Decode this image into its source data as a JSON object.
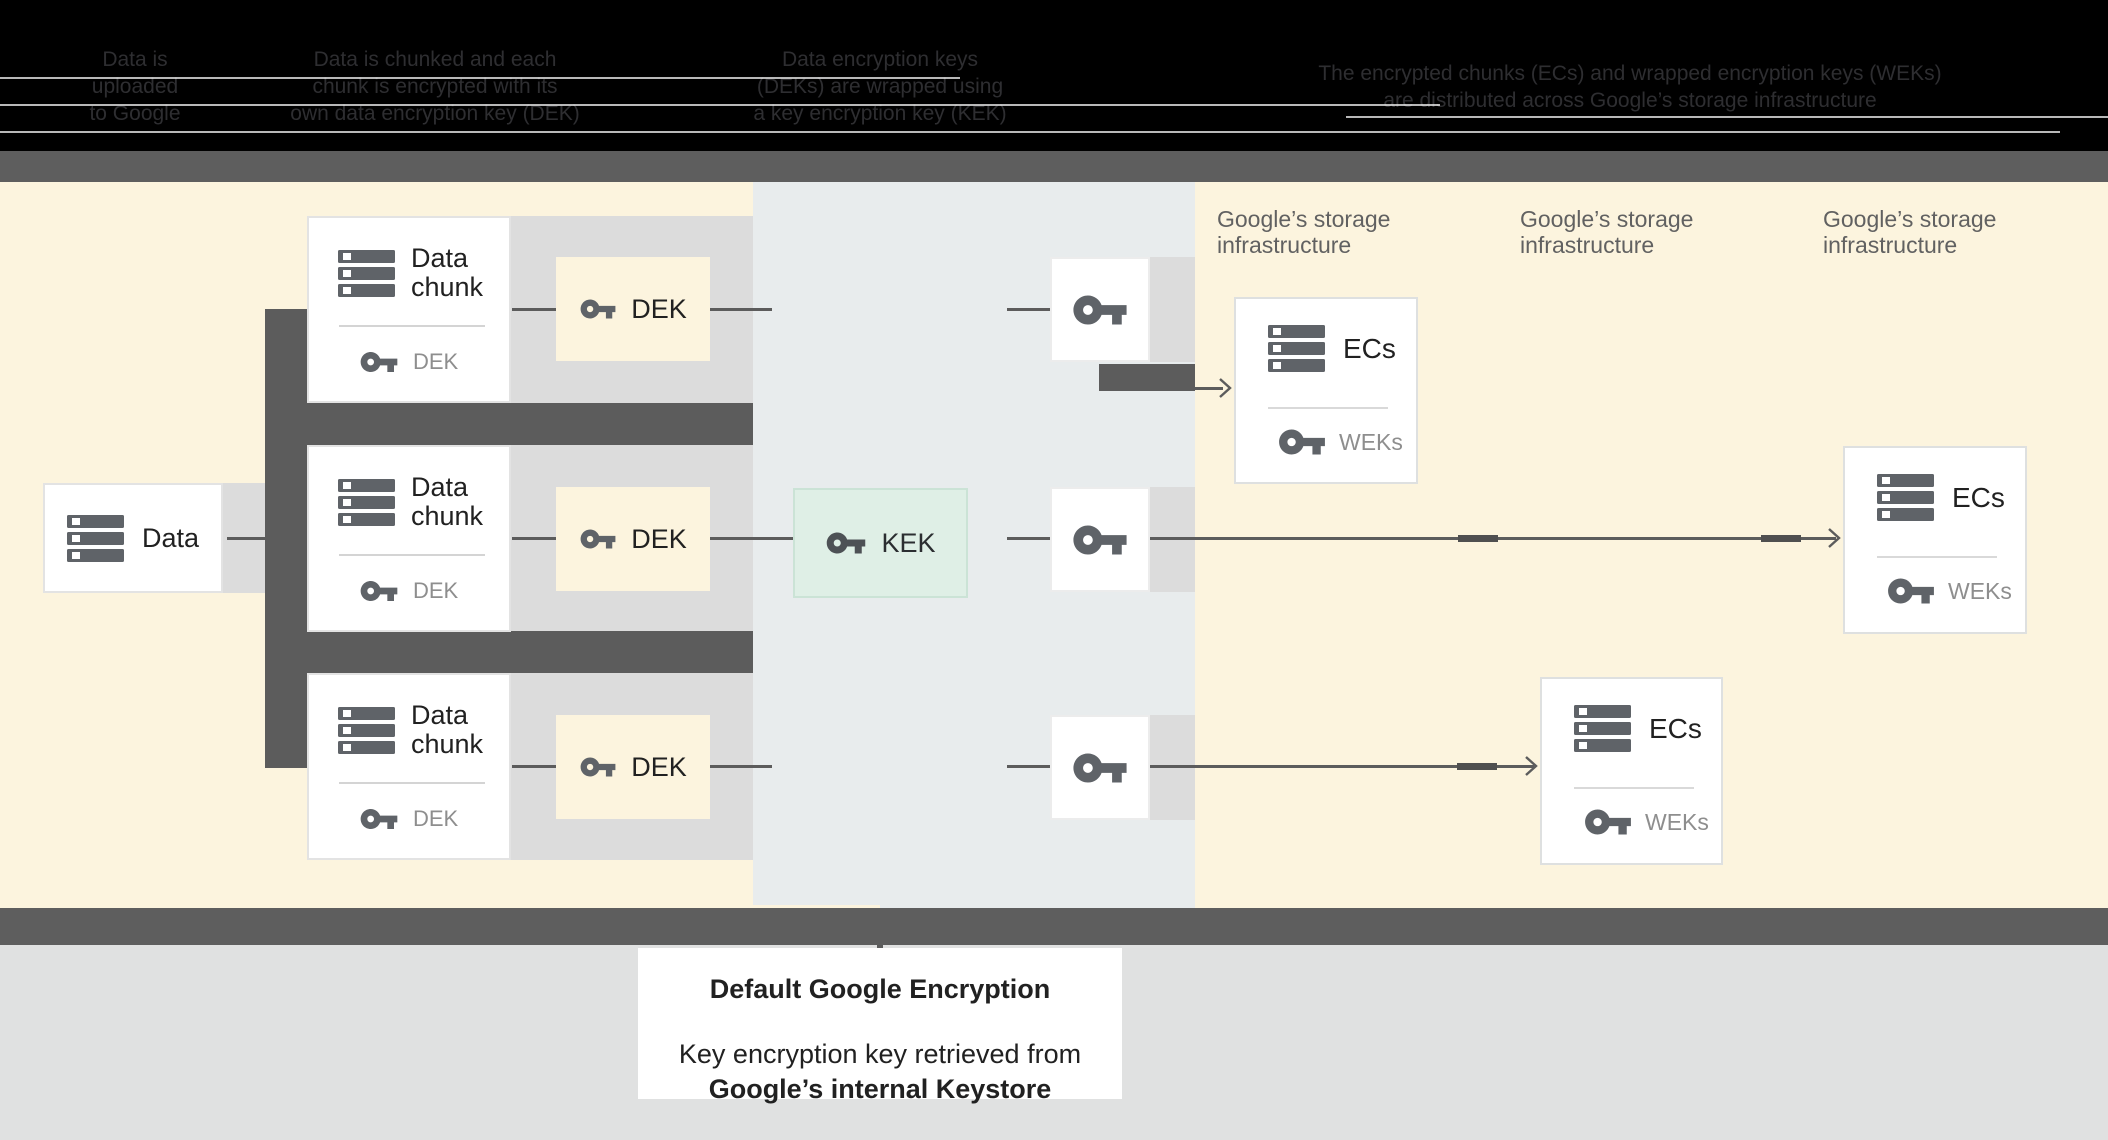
{
  "header": {
    "steps": [
      {
        "lines": [
          "Data is",
          "uploaded",
          "to Google"
        ]
      },
      {
        "lines": [
          "Data is chunked and each",
          "chunk is encrypted with its",
          "own data encryption key (DEK)"
        ]
      },
      {
        "lines": [
          "Data encryption keys",
          "(DEKs) are wrapped using",
          "a key encryption key (KEK)"
        ]
      },
      {
        "lines": [
          "The encrypted chunks (ECs) and wrapped encryption keys (WEKs)",
          "are distributed across Google’s storage infrastructure"
        ]
      }
    ]
  },
  "diagram": {
    "data_box": {
      "label": "Data",
      "icon": "server-icon"
    },
    "chunk_boxes": [
      {
        "title_lines": [
          "Data",
          "chunk"
        ],
        "key_label": "DEK",
        "icon": "server-icon",
        "key_icon": "key-icon"
      },
      {
        "title_lines": [
          "Data",
          "chunk"
        ],
        "key_label": "DEK",
        "icon": "server-icon",
        "key_icon": "key-icon"
      },
      {
        "title_lines": [
          "Data",
          "chunk"
        ],
        "key_label": "DEK",
        "icon": "server-icon",
        "key_icon": "key-icon"
      }
    ],
    "dek_boxes": [
      {
        "label": "DEK",
        "icon": "key-icon"
      },
      {
        "label": "DEK",
        "icon": "key-icon"
      },
      {
        "label": "DEK",
        "icon": "key-icon"
      }
    ],
    "kek_box": {
      "label": "KEK",
      "icon": "key-icon"
    },
    "wrapping_key_boxes": [
      {
        "icon": "key-icon"
      },
      {
        "icon": "key-icon"
      },
      {
        "icon": "key-icon"
      }
    ],
    "storage_labels": [
      {
        "lines": [
          "Google’s storage",
          "infrastructure"
        ]
      },
      {
        "lines": [
          "Google’s storage",
          "infrastructure"
        ]
      },
      {
        "lines": [
          "Google’s storage",
          "infrastructure"
        ]
      }
    ],
    "ec_boxes": [
      {
        "title": "ECs",
        "key_label": "WEKs",
        "icon": "server-icon",
        "key_icon": "key-icon"
      },
      {
        "title": "ECs",
        "key_label": "WEKs",
        "icon": "server-icon",
        "key_icon": "key-icon"
      },
      {
        "title": "ECs",
        "key_label": "WEKs",
        "icon": "server-icon",
        "key_icon": "key-icon"
      }
    ]
  },
  "caption": {
    "title": "Default Google Encryption",
    "body_line1": "Key encryption key retrieved from",
    "body_line2": "Google’s internal Keystore"
  },
  "colors": {
    "header_bg": "#000000",
    "header_text": "#2e2e31",
    "dark_bar": "#5e5e5e",
    "connector": "#5c5c5c",
    "cream_panel": "#fcf4de",
    "middle_panel": "#e8eced",
    "gray_band": "#dcdcdc",
    "footer_bg": "#e0e1e1",
    "box_text": "#212121",
    "muted_text": "#8e8e8e",
    "storage_label_text": "#616161",
    "icon": "#5f6368",
    "kek_fill": "#dfefe6",
    "kek_border": "#cbe3d6"
  }
}
